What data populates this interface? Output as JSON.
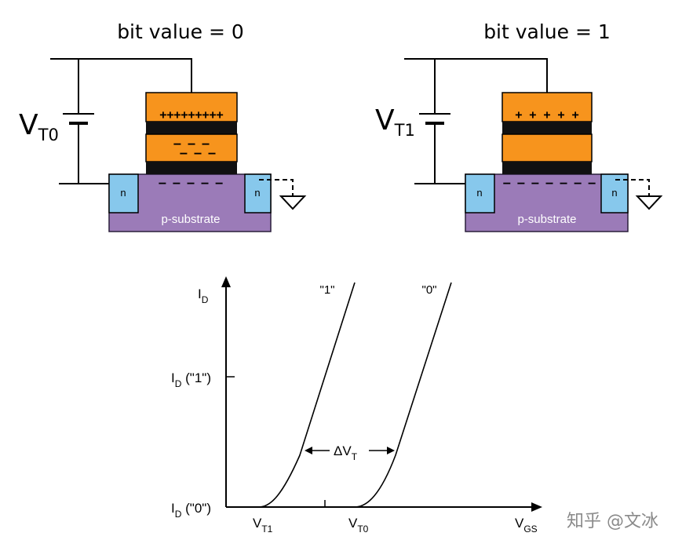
{
  "cell0": {
    "title": "bit value = 0",
    "vt_main": "V",
    "vt_sub": "T0",
    "top_charge": "+++++++++",
    "mid_charge_1": "– – –",
    "mid_charge_2": "– – –",
    "channel_charge": "– – – – –",
    "n_left": "n",
    "n_right": "n",
    "substrate": "p-substrate"
  },
  "cell1": {
    "title": "bit value = 1",
    "vt_main": "V",
    "vt_sub": "T1",
    "top_charge": "+  +  +  +  +",
    "channel_charge": "– – – – – – –",
    "n_left": "n",
    "n_right": "n",
    "substrate": "p-substrate"
  },
  "graph": {
    "y_axis": {
      "main": "I",
      "sub": "D"
    },
    "tick_id1": {
      "main": "I",
      "sub": "D",
      "suffix": " (\"1\")"
    },
    "tick_id0": {
      "main": "I",
      "sub": "D",
      "suffix": " (\"0\")"
    },
    "curve1_label": "\"1\"",
    "curve0_label": "\"0\"",
    "delta": {
      "main": "ΔV",
      "sub": "T"
    },
    "vt1": {
      "main": "V",
      "sub": "T1"
    },
    "vt0": {
      "main": "V",
      "sub": "T0"
    },
    "x_axis": {
      "main": "V",
      "sub": "GS"
    }
  },
  "colors": {
    "orange": "#f7941d",
    "dark_layer": "#111111",
    "substrate": "#9b7bb8",
    "n_well": "#87c8ec"
  },
  "watermark": "知乎 @文冰"
}
